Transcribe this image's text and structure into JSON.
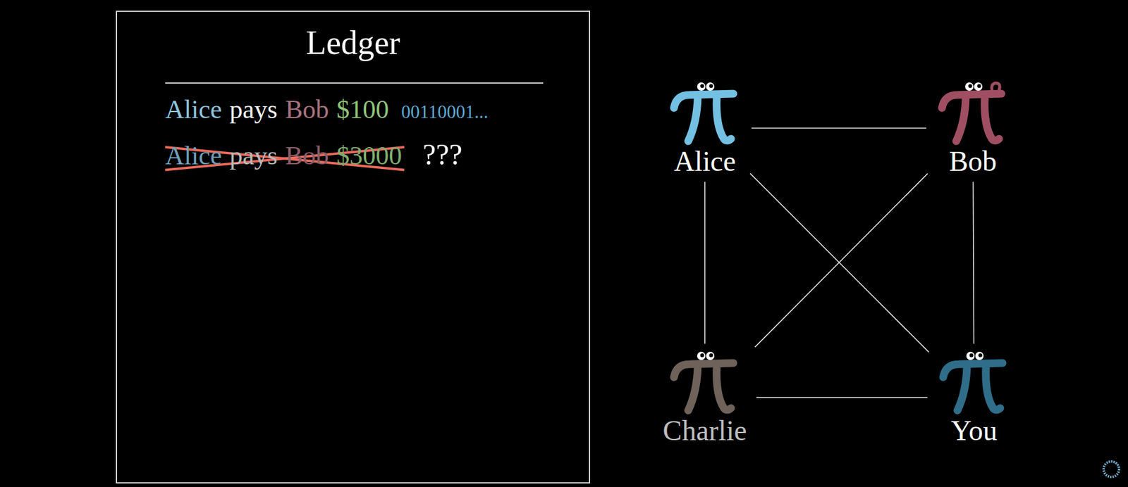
{
  "diagram": {
    "nodes": [
      {
        "text": [
          "Ledger"
        ]
      },
      {
        "text": [
          "Alice"
        ]
      },
      {
        "text": [
          "Bob"
        ]
      },
      {
        "text": [
          "Charlie"
        ]
      },
      {
        "text": [
          "You"
        ]
      }
    ],
    "edges": [
      {
        "from": 1,
        "to": 2,
        "arrow": "none"
      },
      {
        "from": 1,
        "to": 3,
        "arrow": "none"
      },
      {
        "from": 1,
        "to": 4,
        "arrow": "none"
      },
      {
        "from": 2,
        "to": 3,
        "arrow": "none"
      },
      {
        "from": 2,
        "to": 4,
        "arrow": "none"
      },
      {
        "from": 3,
        "to": 4,
        "arrow": "none"
      }
    ],
    "labels": [
      "Alice",
      "pays",
      "Bob",
      "$100",
      "00110001...",
      "Alice",
      "pays",
      "Bob",
      "$3000",
      "???"
    ]
  }
}
